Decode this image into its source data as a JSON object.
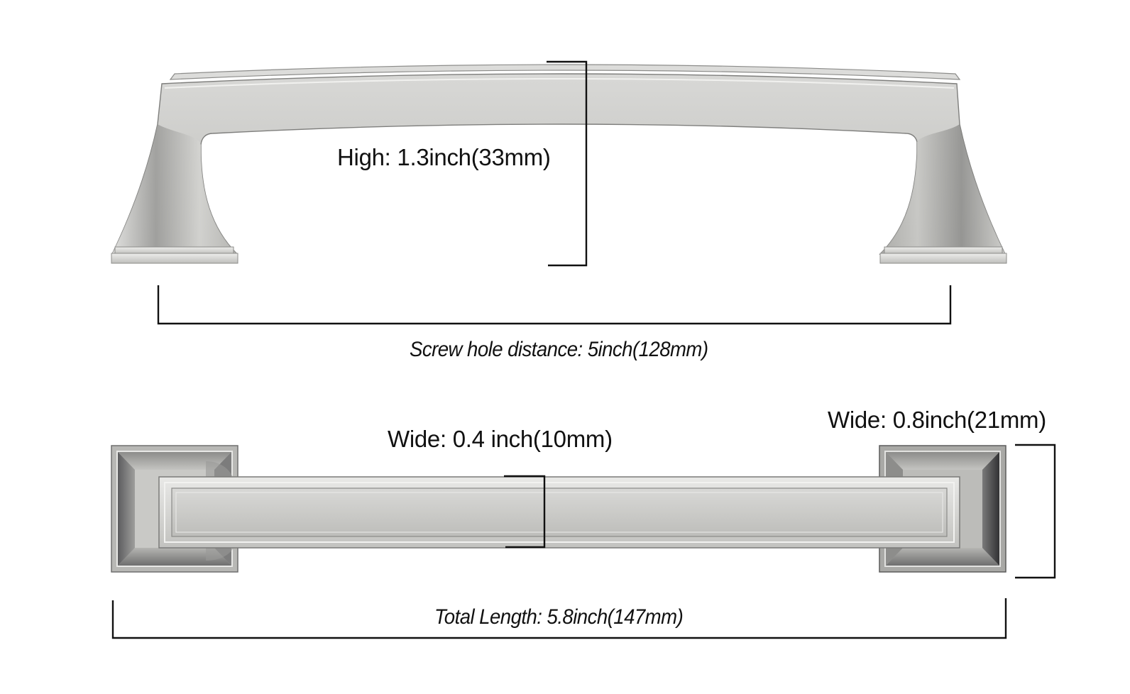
{
  "labels": {
    "high": "High: 1.3inch(33mm)",
    "screw_hole_distance": "Screw hole distance: 5inch(128mm)",
    "wide_bar": "Wide: 0.4 inch(10mm)",
    "wide_base": "Wide: 0.8inch(21mm)",
    "total_length": "Total Length: 5.8inch(147mm)"
  },
  "colors": {
    "metal_light": "#e3e3e1",
    "metal_mid": "#c9c9c6",
    "metal_dark": "#8c8c8a",
    "metal_shadow": "#4a4a4c",
    "line": "#111111"
  }
}
